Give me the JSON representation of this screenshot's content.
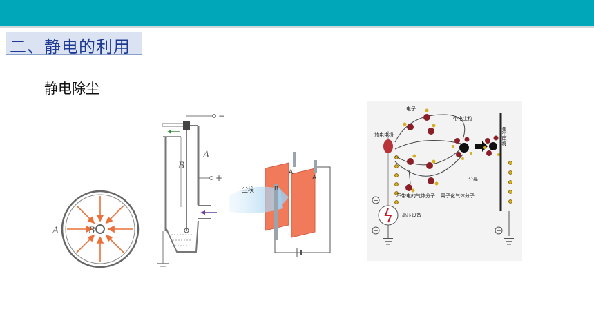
{
  "header": {
    "color": "#00a7b8"
  },
  "section_title": "二、静电的利用",
  "subtitle": "静电除尘",
  "fig_ring": {
    "label_a": "A",
    "label_b": "B"
  },
  "fig_tube": {
    "label_b": "B",
    "label_a": "A",
    "minus": "−",
    "plus": "+"
  },
  "fig_plates": {
    "dust_label": "尘埃",
    "label_a1": "A",
    "label_a2": "A",
    "label_b": "B"
  },
  "fig_process": {
    "electron": "电子",
    "charged_dust": "带电尘粒",
    "discharge_electrode": "放电电极",
    "collector_electrode": "集尘电极",
    "separate": "分离",
    "neutral_molecules": "不带电的气体分子",
    "ionized_molecules": "离子化气体分子",
    "hv_equipment": "高压设备",
    "minus": "−",
    "plus1": "+",
    "plus2": "+"
  }
}
